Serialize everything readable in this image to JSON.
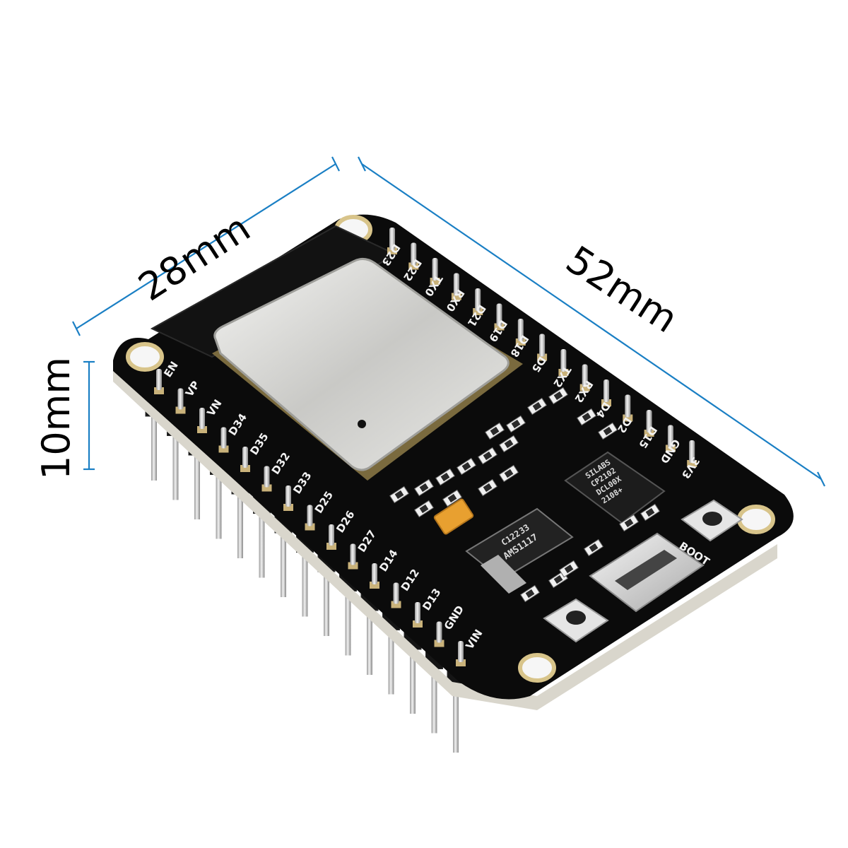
{
  "dimensions": {
    "width_label": "28mm",
    "length_label": "52mm",
    "height_label": "10mm",
    "line_color": "#1a7fc4"
  },
  "board": {
    "pcb_color": "#0b0b0b",
    "edge_color": "#d9d6cc",
    "top_pins": [
      "D23",
      "D22",
      "TX0",
      "RX0",
      "D21",
      "D19",
      "D18",
      "D5",
      "TX2",
      "RX2",
      "D4",
      "D2",
      "D15",
      "GND",
      "3V3"
    ],
    "bottom_pins": [
      "EN",
      "VP",
      "VN",
      "D34",
      "D35",
      "D32",
      "D33",
      "D25",
      "D26",
      "D27",
      "D14",
      "D12",
      "D13",
      "GND",
      "VIN"
    ],
    "usb_chip": {
      "lines": [
        "SILABS",
        "CP2102",
        "DCL00X",
        "2108+"
      ]
    },
    "regulator": {
      "lines": [
        "AMS1117",
        "33",
        "C122"
      ]
    },
    "boot_label": "BOOT"
  }
}
